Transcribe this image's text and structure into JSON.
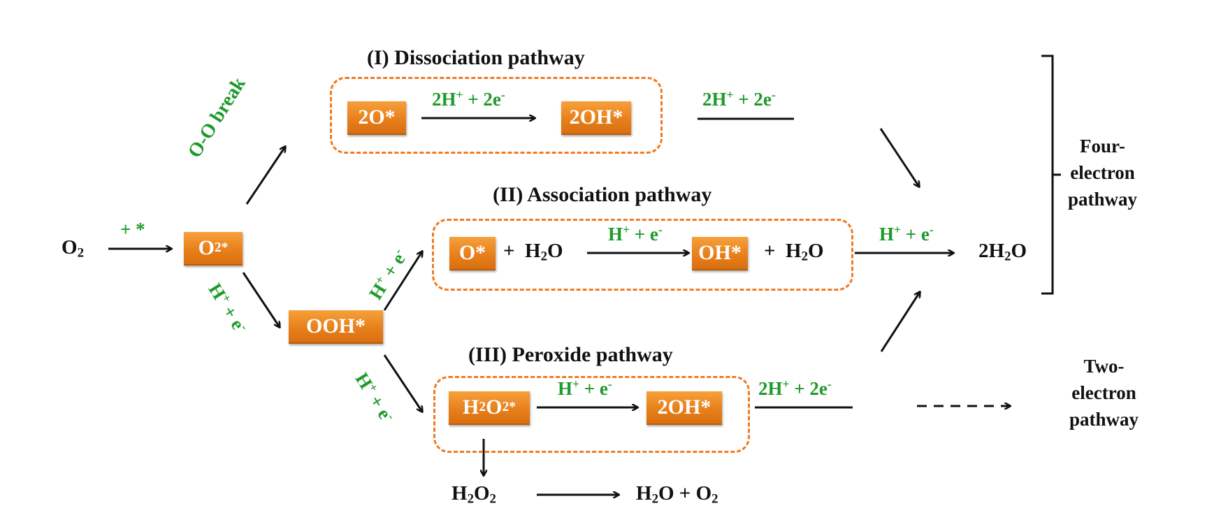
{
  "species": {
    "o2": "O",
    "o2_star": "O",
    "ooh_star": "OOH*",
    "two_o_star": "2O*",
    "two_oh_star_I": "2OH*",
    "o_star": "O*",
    "oh_star": "OH*",
    "h2o2_star": "H",
    "two_oh_star_III": "2OH*",
    "two_h2o": "2H",
    "h2o2": "H",
    "h2o_o2": "H"
  },
  "labels": {
    "plus_star": "+ *",
    "oo_break": "O-O break",
    "h_e": "H",
    "two_h_two_e": "2H",
    "plus": "+",
    "h2o": "H"
  },
  "pathways": {
    "I": "(I)  Dissociation pathway",
    "II": "(II)  Association pathway",
    "III": "(III) Peroxide pathway"
  },
  "groups": {
    "four_electron": [
      "Four-",
      "electron",
      "pathway"
    ],
    "two_electron": [
      "Two-",
      "electron",
      "pathway"
    ]
  },
  "colors": {
    "box_orange": "#e8801c",
    "dash_orange": "#f07a22",
    "green_text": "#1f9a2a",
    "black": "#111111"
  }
}
